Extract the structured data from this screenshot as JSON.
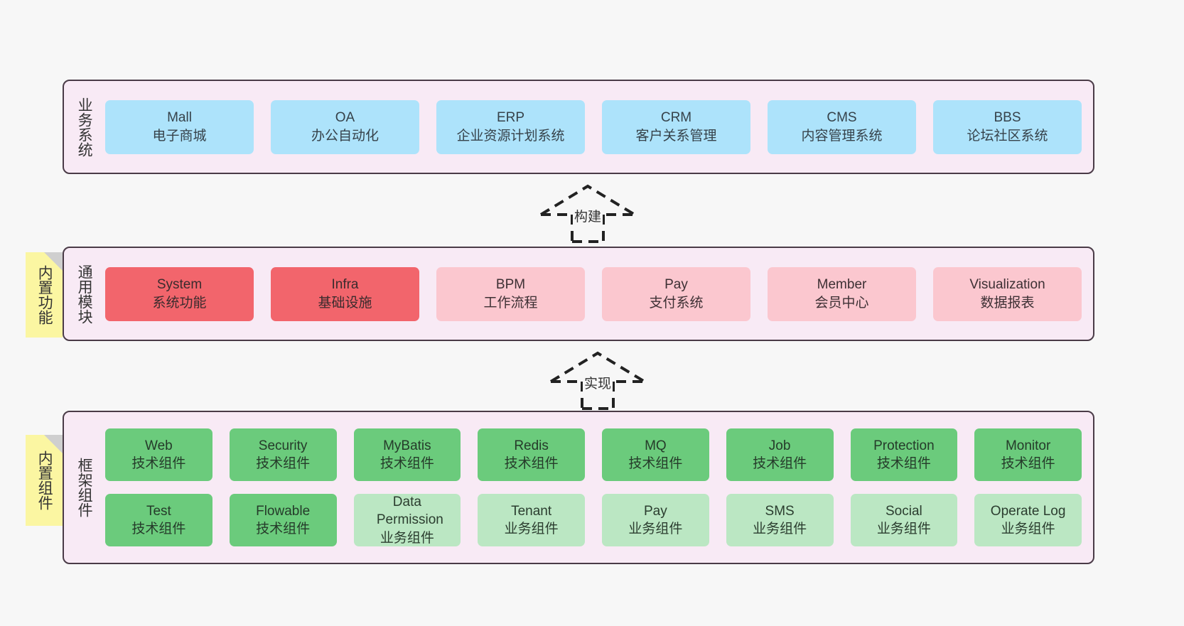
{
  "diagram": {
    "background_color": "#f7f7f7",
    "panel_color": "#f8eaf5",
    "panel_border_color": "#4a3b47",
    "note_color": "#fbf6a2"
  },
  "layers": [
    {
      "id": "business-system",
      "title": "业务系统",
      "note": null,
      "rows": [
        [
          {
            "name": "Mall",
            "sub": "电子商城",
            "style": "blue"
          },
          {
            "name": "OA",
            "sub": "办公自动化",
            "style": "blue"
          },
          {
            "name": "ERP",
            "sub": "企业资源计划系统",
            "style": "blue"
          },
          {
            "name": "CRM",
            "sub": "客户关系管理",
            "style": "blue"
          },
          {
            "name": "CMS",
            "sub": "内容管理系统",
            "style": "blue"
          },
          {
            "name": "BBS",
            "sub": "论坛社区系统",
            "style": "blue"
          }
        ]
      ]
    },
    {
      "id": "common-module",
      "title": "通用模块",
      "note": "内置功能",
      "rows": [
        [
          {
            "name": "System",
            "sub": "系统功能",
            "style": "red"
          },
          {
            "name": "Infra",
            "sub": "基础设施",
            "style": "red"
          },
          {
            "name": "BPM",
            "sub": "工作流程",
            "style": "pink"
          },
          {
            "name": "Pay",
            "sub": "支付系统",
            "style": "pink"
          },
          {
            "name": "Member",
            "sub": "会员中心",
            "style": "pink"
          },
          {
            "name": "Visualization",
            "sub": "数据报表",
            "style": "pink"
          }
        ]
      ]
    },
    {
      "id": "framework-component",
      "title": "框架组件",
      "note": "内置组件",
      "rows": [
        [
          {
            "name": "Web",
            "sub": "技术组件",
            "style": "green"
          },
          {
            "name": "Security",
            "sub": "技术组件",
            "style": "green"
          },
          {
            "name": "MyBatis",
            "sub": "技术组件",
            "style": "green"
          },
          {
            "name": "Redis",
            "sub": "技术组件",
            "style": "green"
          },
          {
            "name": "MQ",
            "sub": "技术组件",
            "style": "green"
          },
          {
            "name": "Job",
            "sub": "技术组件",
            "style": "green"
          },
          {
            "name": "Protection",
            "sub": "技术组件",
            "style": "green"
          },
          {
            "name": "Monitor",
            "sub": "技术组件",
            "style": "green"
          }
        ],
        [
          {
            "name": "Test",
            "sub": "技术组件",
            "style": "green"
          },
          {
            "name": "Flowable",
            "sub": "技术组件",
            "style": "green"
          },
          {
            "name": "Data Permission",
            "sub": "业务组件",
            "style": "lgreen"
          },
          {
            "name": "Tenant",
            "sub": "业务组件",
            "style": "lgreen"
          },
          {
            "name": "Pay",
            "sub": "业务组件",
            "style": "lgreen"
          },
          {
            "name": "SMS",
            "sub": "业务组件",
            "style": "lgreen"
          },
          {
            "name": "Social",
            "sub": "业务组件",
            "style": "lgreen"
          },
          {
            "name": "Operate Log",
            "sub": "业务组件",
            "style": "lgreen"
          }
        ]
      ]
    }
  ],
  "connectors": [
    {
      "id": "build",
      "label": "构建",
      "from": "common-module",
      "to": "business-system"
    },
    {
      "id": "implement",
      "label": "实现",
      "from": "framework-component",
      "to": "common-module"
    }
  ]
}
